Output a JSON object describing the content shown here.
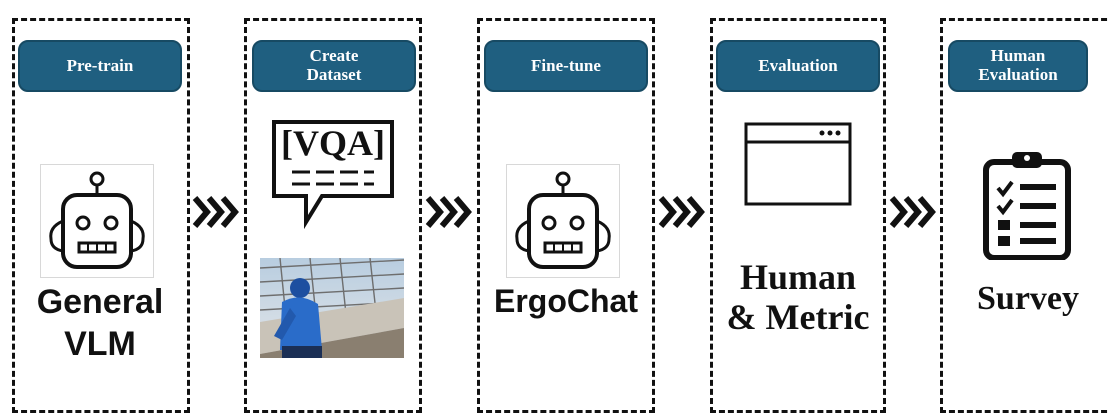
{
  "stages": [
    {
      "label": "Pre-train",
      "caption_line1": "General",
      "caption_line2": "VLM",
      "icon": "robot-icon"
    },
    {
      "label": "Create\nDataset",
      "speech_text": "[VQA]",
      "icon": "speech-bubble-icon",
      "photo": "construction-worker-photo"
    },
    {
      "label": "Fine-tune",
      "caption": "ErgoChat",
      "icon": "robot-icon"
    },
    {
      "label": "Evaluation",
      "caption_line1": "Human",
      "caption_line2": "& Metric",
      "icon": "browser-window-icon"
    },
    {
      "label": "Human\nEvaluation",
      "caption": "Survey",
      "icon": "clipboard-checklist-icon"
    }
  ],
  "arrows": [
    "triple-chevron-icon",
    "triple-chevron-icon",
    "triple-chevron-icon",
    "triple-chevron-icon"
  ],
  "colors": {
    "pill": "#1f5f80",
    "pill_text": "#ffffff",
    "ink": "#111111"
  }
}
